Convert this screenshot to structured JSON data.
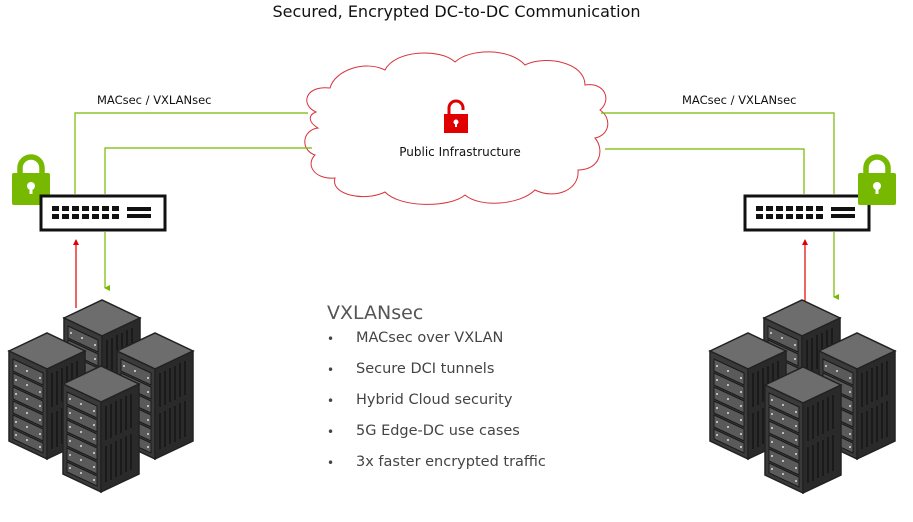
{
  "title": "Secured, Encrypted DC-to-DC Communication",
  "links": {
    "left_label": "MACsec / VXLANsec",
    "right_label": "MACsec / VXLANsec"
  },
  "cloud": {
    "label": "Public Infrastructure",
    "icon": "unlocked-padlock-icon"
  },
  "sites": [
    {
      "name": "left-datacenter",
      "lock_icon": "locked-padlock-icon",
      "switch_icon": "network-switch-icon",
      "servers_icon": "server-racks-icon"
    },
    {
      "name": "right-datacenter",
      "lock_icon": "locked-padlock-icon",
      "switch_icon": "network-switch-icon",
      "servers_icon": "server-racks-icon"
    }
  ],
  "features": {
    "title": "VXLANsec",
    "bullet": "•",
    "items": [
      "MACsec over VXLAN",
      "Secure DCI tunnels",
      "Hybrid Cloud security",
      "5G Edge-DC use cases",
      "3x faster encrypted traffic"
    ]
  },
  "colors": {
    "secure_line": "#76b900",
    "insecure_line": "#e00000",
    "lock_secure": "#76b900",
    "lock_insecure": "#e00000",
    "cloud_outline": "#d8343c"
  }
}
